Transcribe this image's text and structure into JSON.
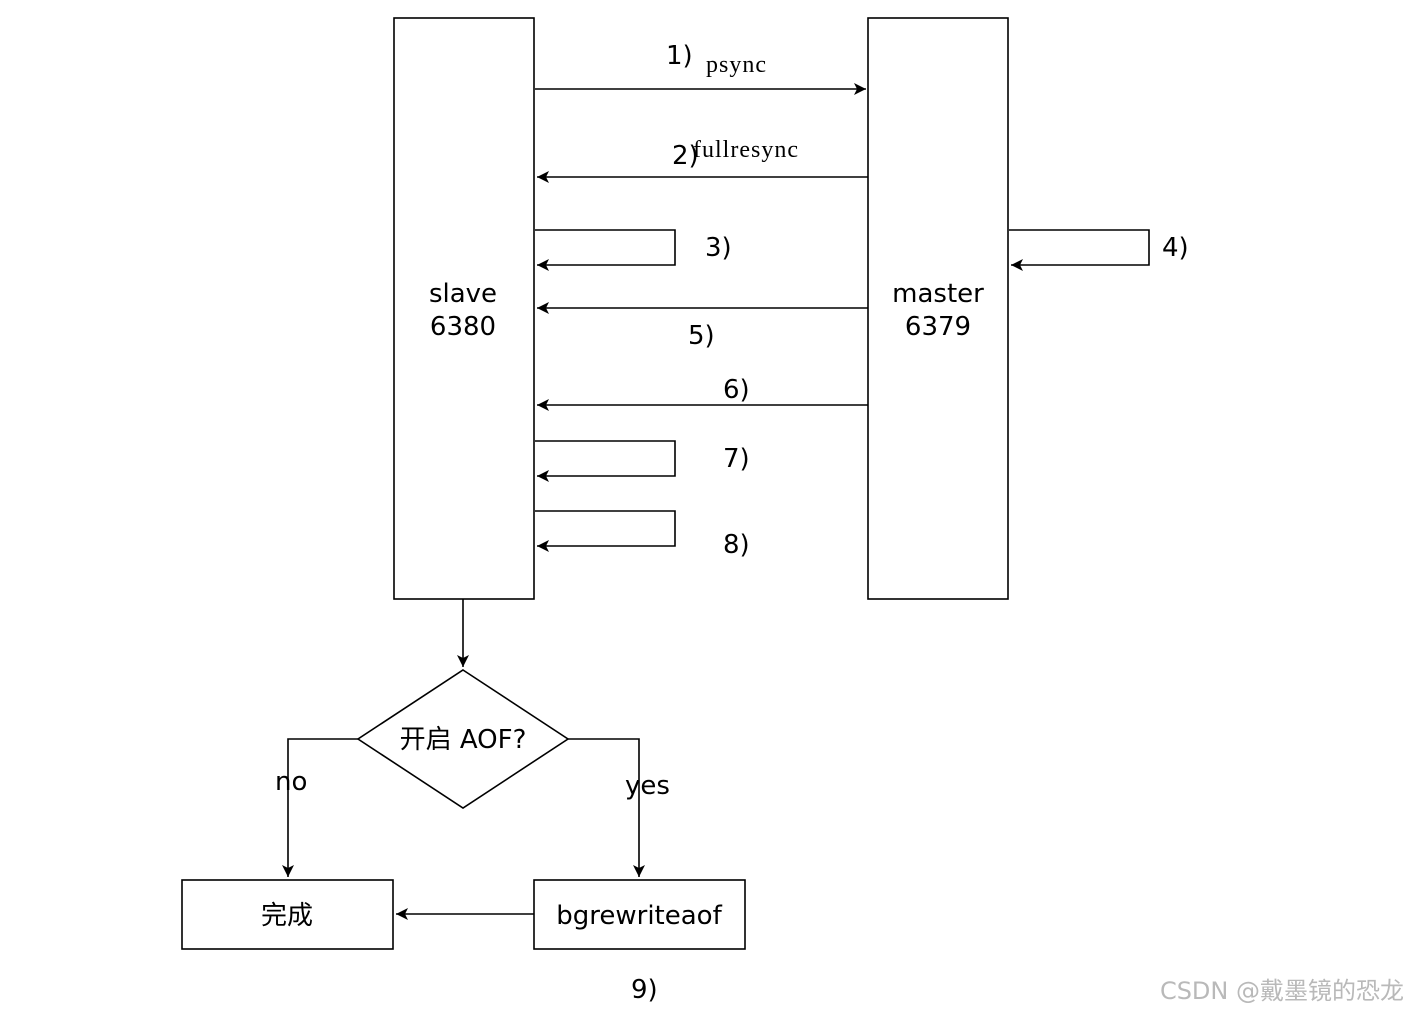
{
  "diagram": {
    "slave": {
      "line1": "slave",
      "line2": "6380"
    },
    "master": {
      "line1": "master",
      "line2": "6379"
    },
    "steps": {
      "s1": {
        "num": "1)",
        "cmd": "psync"
      },
      "s2": {
        "num": "2)",
        "cmd": "fullresync"
      },
      "s3": "3)",
      "s4": "4)",
      "s5": "5)",
      "s6": "6)",
      "s7": "7)",
      "s8": "8)",
      "s9": "9)"
    },
    "decision": "开启 AOF?",
    "branch_no": "no",
    "branch_yes": "yes",
    "done": "完成",
    "bgrewrite": "bgrewriteaof"
  },
  "watermark": "CSDN @戴墨镜的恐龙"
}
